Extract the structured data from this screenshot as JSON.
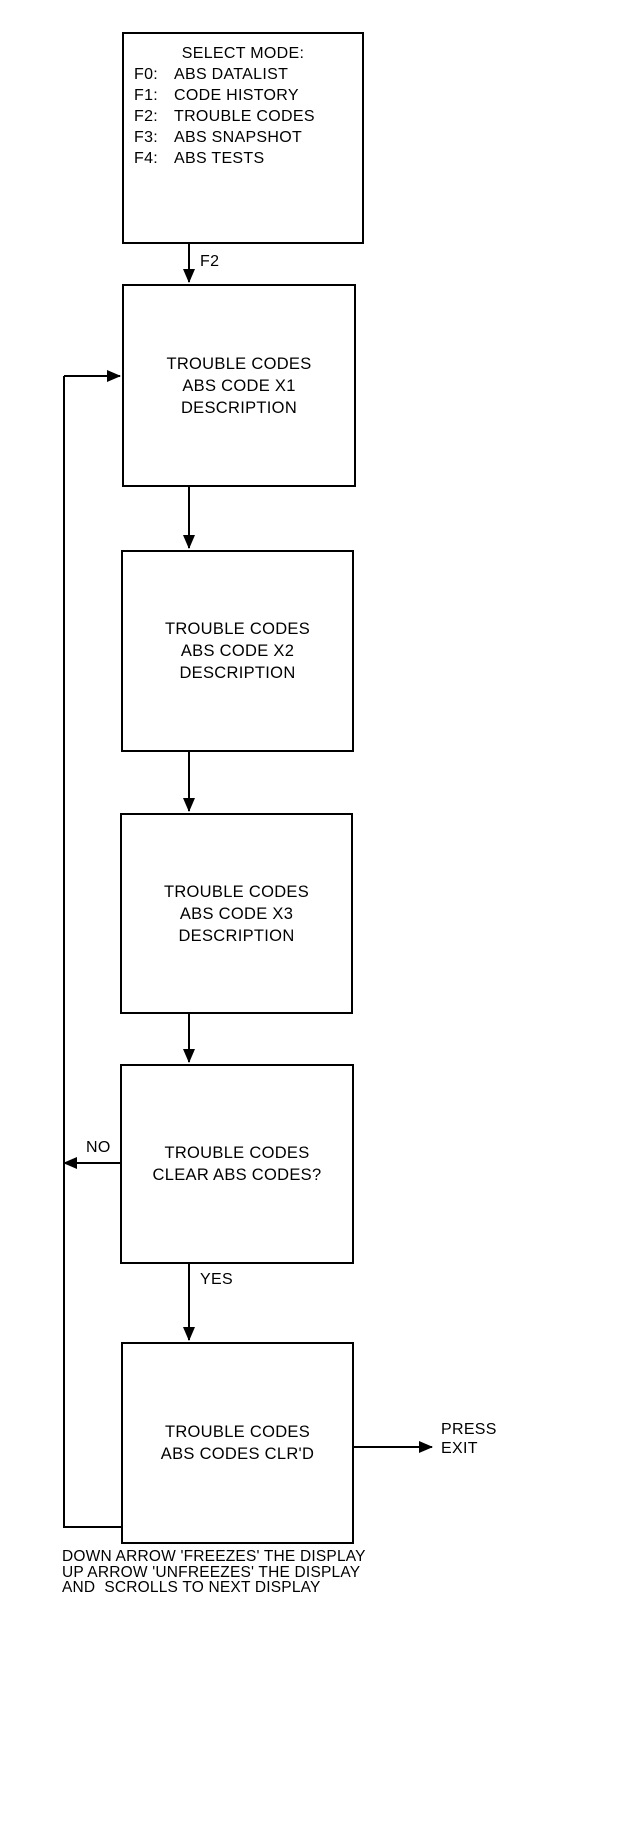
{
  "menu": {
    "title": "SELECT MODE:",
    "items": [
      {
        "key": "F0:",
        "label": "ABS DATALIST"
      },
      {
        "key": "F1:",
        "label": "CODE HISTORY"
      },
      {
        "key": "F2:",
        "label": "TROUBLE CODES"
      },
      {
        "key": "F3:",
        "label": "ABS SNAPSHOT"
      },
      {
        "key": "F4:",
        "label": "ABS TESTS"
      }
    ]
  },
  "steps": [
    {
      "lines": [
        "TROUBLE CODES",
        "ABS CODE X1",
        "DESCRIPTION"
      ]
    },
    {
      "lines": [
        "TROUBLE CODES",
        "ABS CODE X2",
        "DESCRIPTION"
      ]
    },
    {
      "lines": [
        "TROUBLE CODES",
        "ABS CODE X3",
        "DESCRIPTION"
      ]
    },
    {
      "lines": [
        "TROUBLE CODES",
        "CLEAR ABS CODES?"
      ]
    },
    {
      "lines": [
        "TROUBLE CODES",
        "ABS CODES CLR'D"
      ]
    }
  ],
  "edges": {
    "f2": "F2",
    "no": "NO",
    "yes": "YES",
    "exit_line1": "PRESS",
    "exit_line2": "EXIT"
  },
  "note": {
    "lines": [
      "DOWN ARROW 'FREEZES' THE DISPLAY",
      "UP ARROW 'UNFREEZES' THE DISPLAY",
      "AND  SCROLLS TO NEXT DISPLAY"
    ]
  }
}
